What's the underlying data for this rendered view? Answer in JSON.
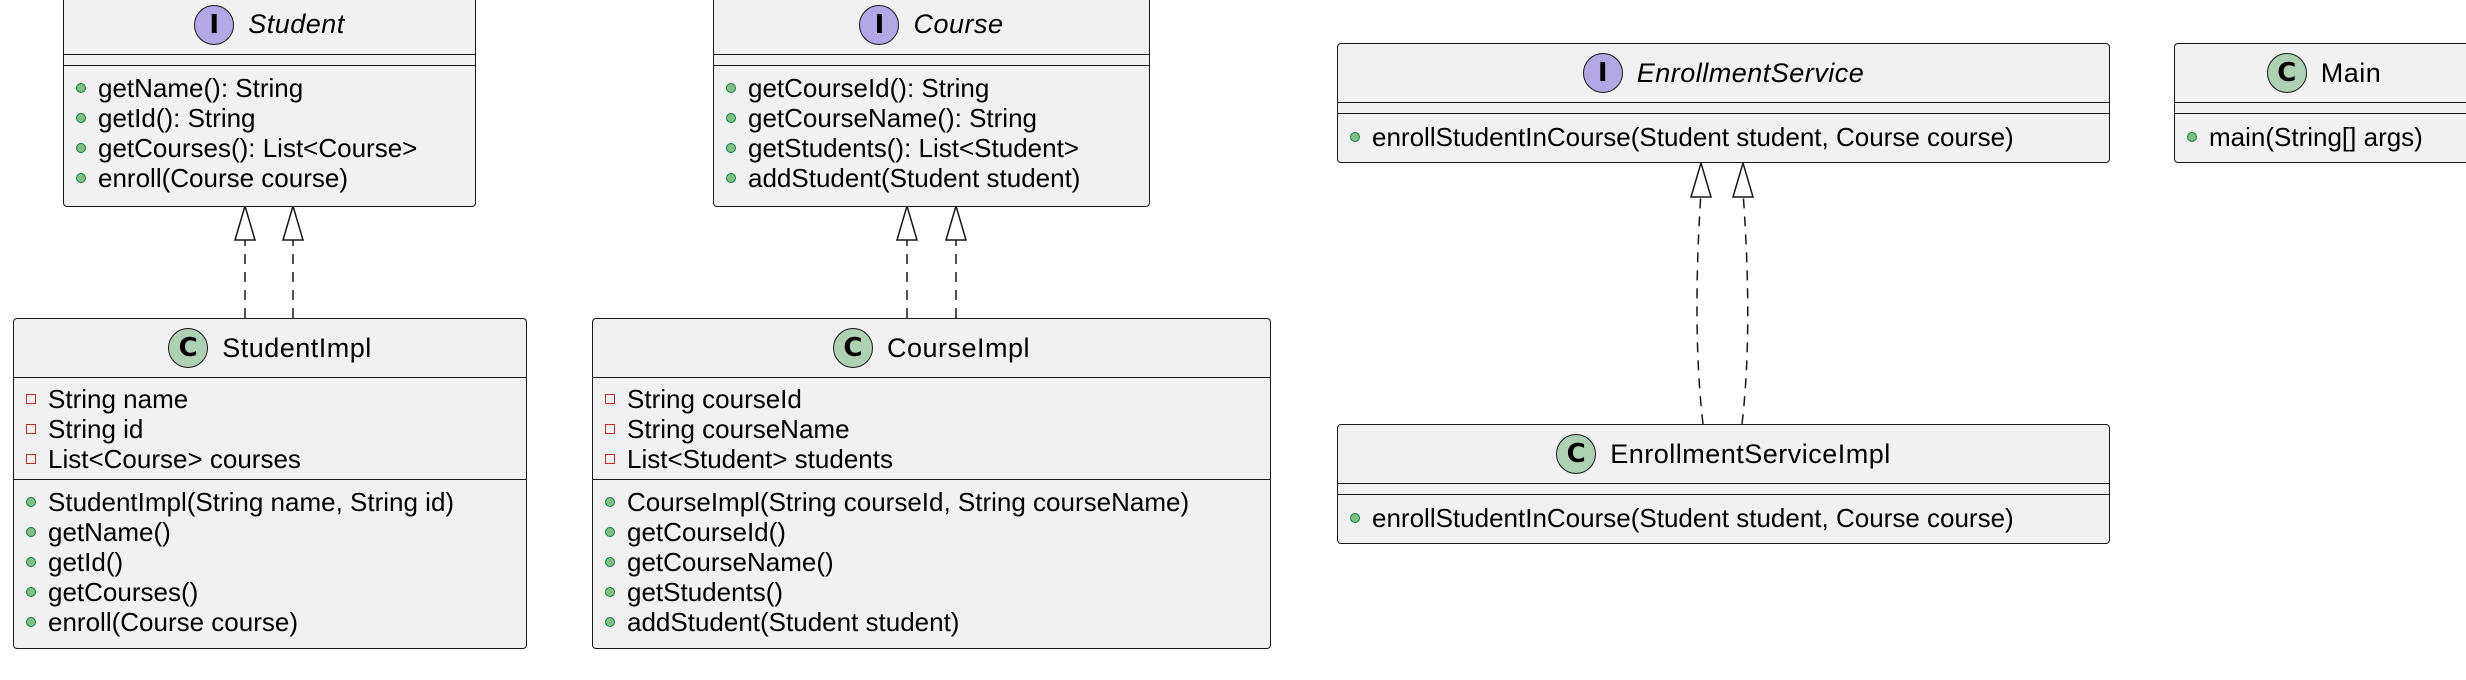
{
  "diagram": {
    "student": {
      "name": "Student",
      "stereotype": "I",
      "methods": [
        "getName(): String",
        "getId(): String",
        "getCourses(): List<Course>",
        "enroll(Course course)"
      ]
    },
    "course": {
      "name": "Course",
      "stereotype": "I",
      "methods": [
        "getCourseId(): String",
        "getCourseName(): String",
        "getStudents(): List<Student>",
        "addStudent(Student student)"
      ]
    },
    "enrollment_service": {
      "name": "EnrollmentService",
      "stereotype": "I",
      "methods": [
        "enrollStudentInCourse(Student student, Course course)"
      ]
    },
    "main": {
      "name": "Main",
      "stereotype": "C",
      "methods": [
        "main(String[] args)"
      ]
    },
    "student_impl": {
      "name": "StudentImpl",
      "stereotype": "C",
      "fields": [
        "String name",
        "String id",
        "List<Course> courses"
      ],
      "methods": [
        "StudentImpl(String name, String id)",
        "getName()",
        "getId()",
        "getCourses()",
        "enroll(Course course)"
      ]
    },
    "course_impl": {
      "name": "CourseImpl",
      "stereotype": "C",
      "fields": [
        "String courseId",
        "String courseName",
        "List<Student> students"
      ],
      "methods": [
        "CourseImpl(String courseId, String courseName)",
        "getCourseId()",
        "getCourseName()",
        "getStudents()",
        "addStudent(Student student)"
      ]
    },
    "enrollment_service_impl": {
      "name": "EnrollmentServiceImpl",
      "stereotype": "C",
      "methods": [
        "enrollStudentInCourse(Student student, Course course)"
      ]
    }
  }
}
